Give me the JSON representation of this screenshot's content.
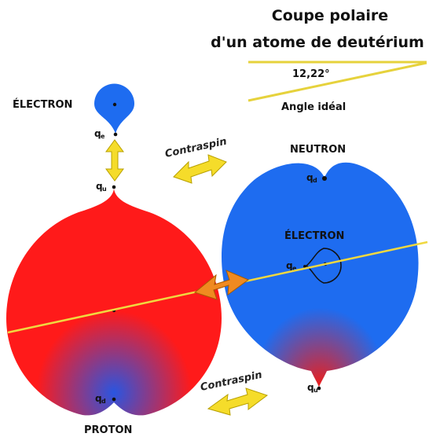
{
  "title": {
    "line1": "Coupe polaire",
    "line2": "d'un atome de deutérium"
  },
  "angle": {
    "value": "12,22°",
    "label": "Angle idéal",
    "color": "#e6d23c"
  },
  "labels": {
    "electron_top": "ÉLECTRON",
    "electron_in_neutron": "ÉLECTRON",
    "neutron": "NEUTRON",
    "proton": "PROTON",
    "contraspin_top": "Contraspin",
    "contraspin_bottom": "Contraspin"
  },
  "charges": {
    "q_letter": "q",
    "sub_e": "e",
    "sub_u": "u",
    "sub_d": "d"
  },
  "colors": {
    "proton_red": "#ff1a1a",
    "proton_blue": "#2a55e0",
    "neutron_blue": "#1e6cf0",
    "neutron_red": "#e82020",
    "electron_blue": "#1e6cf0",
    "axis_yellow": "#f0d840",
    "arrow_orange": "#f08a20",
    "arrow_yellow": "#f5dc2a"
  },
  "icons": {
    "vertical_arrow": "double-arrow-icon",
    "contraspin_arrows": "double-arrow-icon",
    "coupling_arrow": "double-arrow-icon"
  }
}
